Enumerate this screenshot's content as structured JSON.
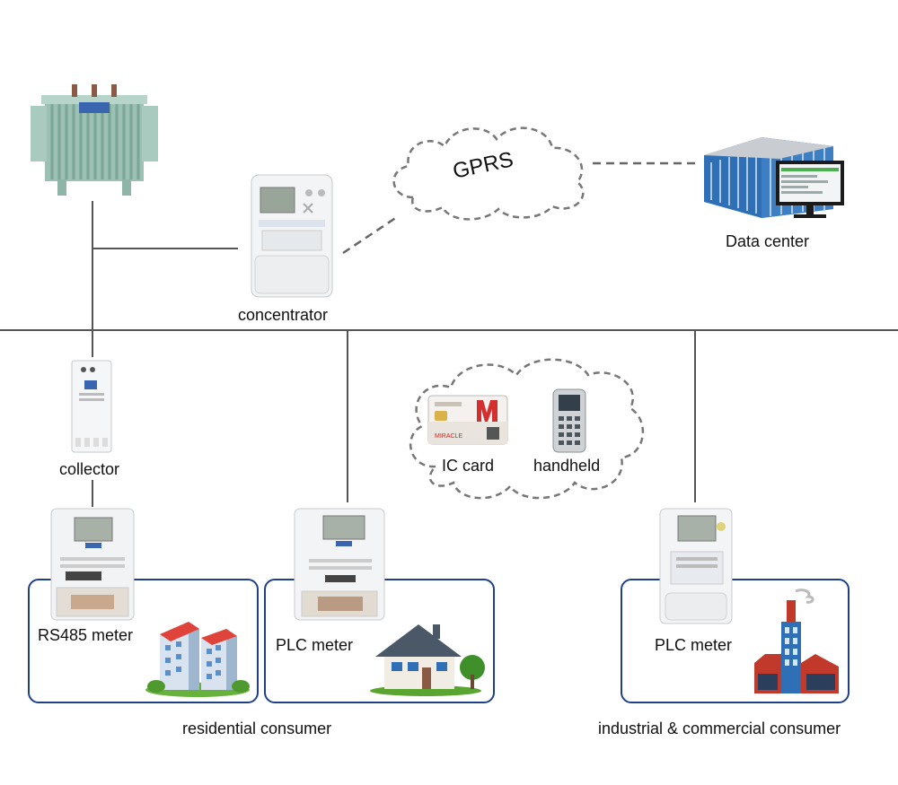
{
  "nodes": {
    "transformer": {
      "icon": "transformer-icon"
    },
    "concentrator": {
      "label": "concentrator",
      "icon": "concentrator-icon"
    },
    "gprs": {
      "label": "GPRS",
      "icon": "cloud-icon"
    },
    "data_center": {
      "label": "Data center",
      "icon": "building-icon"
    },
    "collector": {
      "label": "collector",
      "icon": "collector-icon"
    },
    "ic_card": {
      "label": "IC card",
      "icon": "ic-card-icon",
      "card_text": "MIRACLE"
    },
    "handheld": {
      "label": "handheld",
      "icon": "handheld-icon"
    },
    "rs485_meter": {
      "label": "RS485 meter",
      "icon": "meter-icon"
    },
    "plc_meter_residential": {
      "label": "PLC meter",
      "icon": "meter-icon"
    },
    "plc_meter_industrial": {
      "label": "PLC meter",
      "icon": "meter-icon"
    }
  },
  "groups": {
    "residential": {
      "label": "residential consumer"
    },
    "industrial": {
      "label": "industrial & commercial consumer"
    }
  },
  "colors": {
    "line": "#555555",
    "box_border": "#1f3f86",
    "transformer": "#8fb5a8",
    "building_blue": "#2f6fb5",
    "factory_red": "#c0392b"
  }
}
